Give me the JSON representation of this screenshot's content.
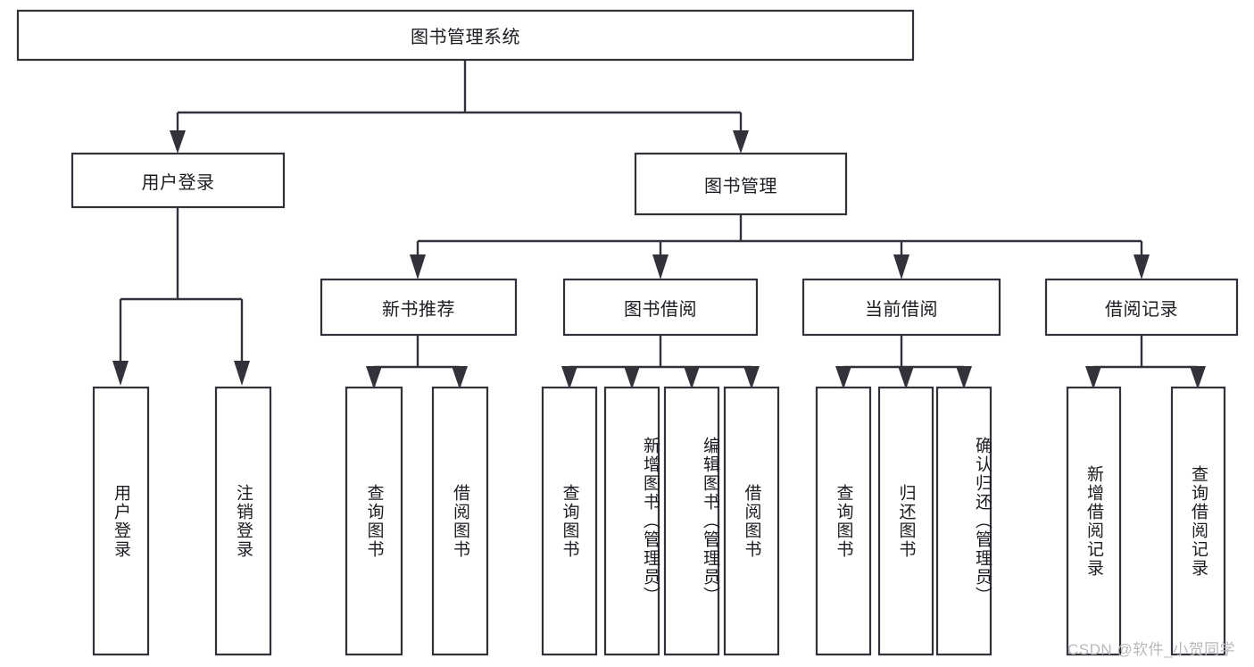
{
  "diagram": {
    "type": "tree-hierarchy",
    "title": "图书管理系统",
    "watermark": "CSDN @软件_小贺同学",
    "colors": {
      "box_stroke": "#32323a",
      "box_fill": "#ffffff",
      "connector": "#32323a",
      "text": "#1c1c22",
      "watermark": "#b9b9bd",
      "background": "#ffffff"
    },
    "levels": {
      "root": {
        "label": "图书管理系统"
      },
      "level2": [
        {
          "id": "user-login",
          "label": "用户登录"
        },
        {
          "id": "book-manage",
          "label": "图书管理"
        }
      ],
      "level3": [
        {
          "id": "new-book-recommend",
          "label": "新书推荐",
          "parent": "book-manage"
        },
        {
          "id": "book-borrow",
          "label": "图书借阅",
          "parent": "book-manage"
        },
        {
          "id": "current-borrow",
          "label": "当前借阅",
          "parent": "book-manage"
        },
        {
          "id": "borrow-record",
          "label": "借阅记录",
          "parent": "book-manage"
        }
      ],
      "leaves": [
        {
          "id": "leaf-user-login",
          "label": "用户登录",
          "parent": "user-login"
        },
        {
          "id": "leaf-logout-login",
          "label": "注销登录",
          "parent": "user-login"
        },
        {
          "id": "leaf-query-book-1",
          "label": "查询图书",
          "parent": "new-book-recommend"
        },
        {
          "id": "leaf-borrow-book-1",
          "label": "借阅图书",
          "parent": "new-book-recommend"
        },
        {
          "id": "leaf-query-book-2",
          "label": "查询图书",
          "parent": "book-borrow"
        },
        {
          "id": "leaf-add-book",
          "label": "新增图书（管理员）",
          "parent": "book-borrow"
        },
        {
          "id": "leaf-edit-book",
          "label": "编辑图书（管理员）",
          "parent": "book-borrow"
        },
        {
          "id": "leaf-borrow-book-2",
          "label": "借阅图书",
          "parent": "book-borrow"
        },
        {
          "id": "leaf-query-book-3",
          "label": "查询图书",
          "parent": "current-borrow"
        },
        {
          "id": "leaf-return-book",
          "label": "归还图书",
          "parent": "current-borrow"
        },
        {
          "id": "leaf-confirm-return",
          "label": "确认归还（管理员）",
          "parent": "current-borrow"
        },
        {
          "id": "leaf-add-record",
          "label": "新增借阅记录",
          "parent": "borrow-record"
        },
        {
          "id": "leaf-query-record",
          "label": "查询借阅记录",
          "parent": "borrow-record"
        }
      ]
    }
  }
}
